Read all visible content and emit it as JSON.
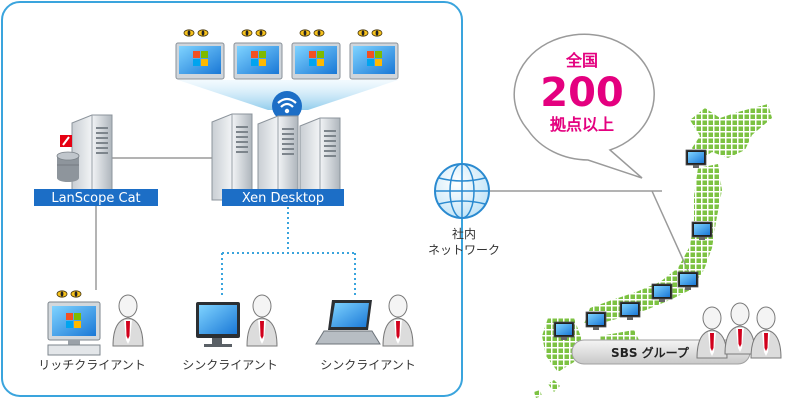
{
  "labels": {
    "lanscope": "LanScope Cat",
    "xen": "Xen Desktop",
    "network_line1": "社内",
    "network_line2": "ネットワーク",
    "rich_client": "リッチクライアント",
    "thin_client_1": "シンクライアント",
    "thin_client_2": "シンクライアント",
    "callout_line1": "全国",
    "callout_number": "200",
    "callout_line3": "拠点以上",
    "sbs_group": "SBS グループ"
  },
  "icons": {
    "desktop": "windows-desktop-icon",
    "wifi": "wifi-icon",
    "server": "server-rack-icon",
    "globe": "globe-network-icon",
    "person": "person-icon",
    "map": "japan-map-icon"
  },
  "colors": {
    "border_blue": "#3aa4dd",
    "label_blue": "#1c6ec6",
    "magenta": "#e4007f",
    "map_green": "#7cc242",
    "line_gray": "#9a9a9a"
  }
}
